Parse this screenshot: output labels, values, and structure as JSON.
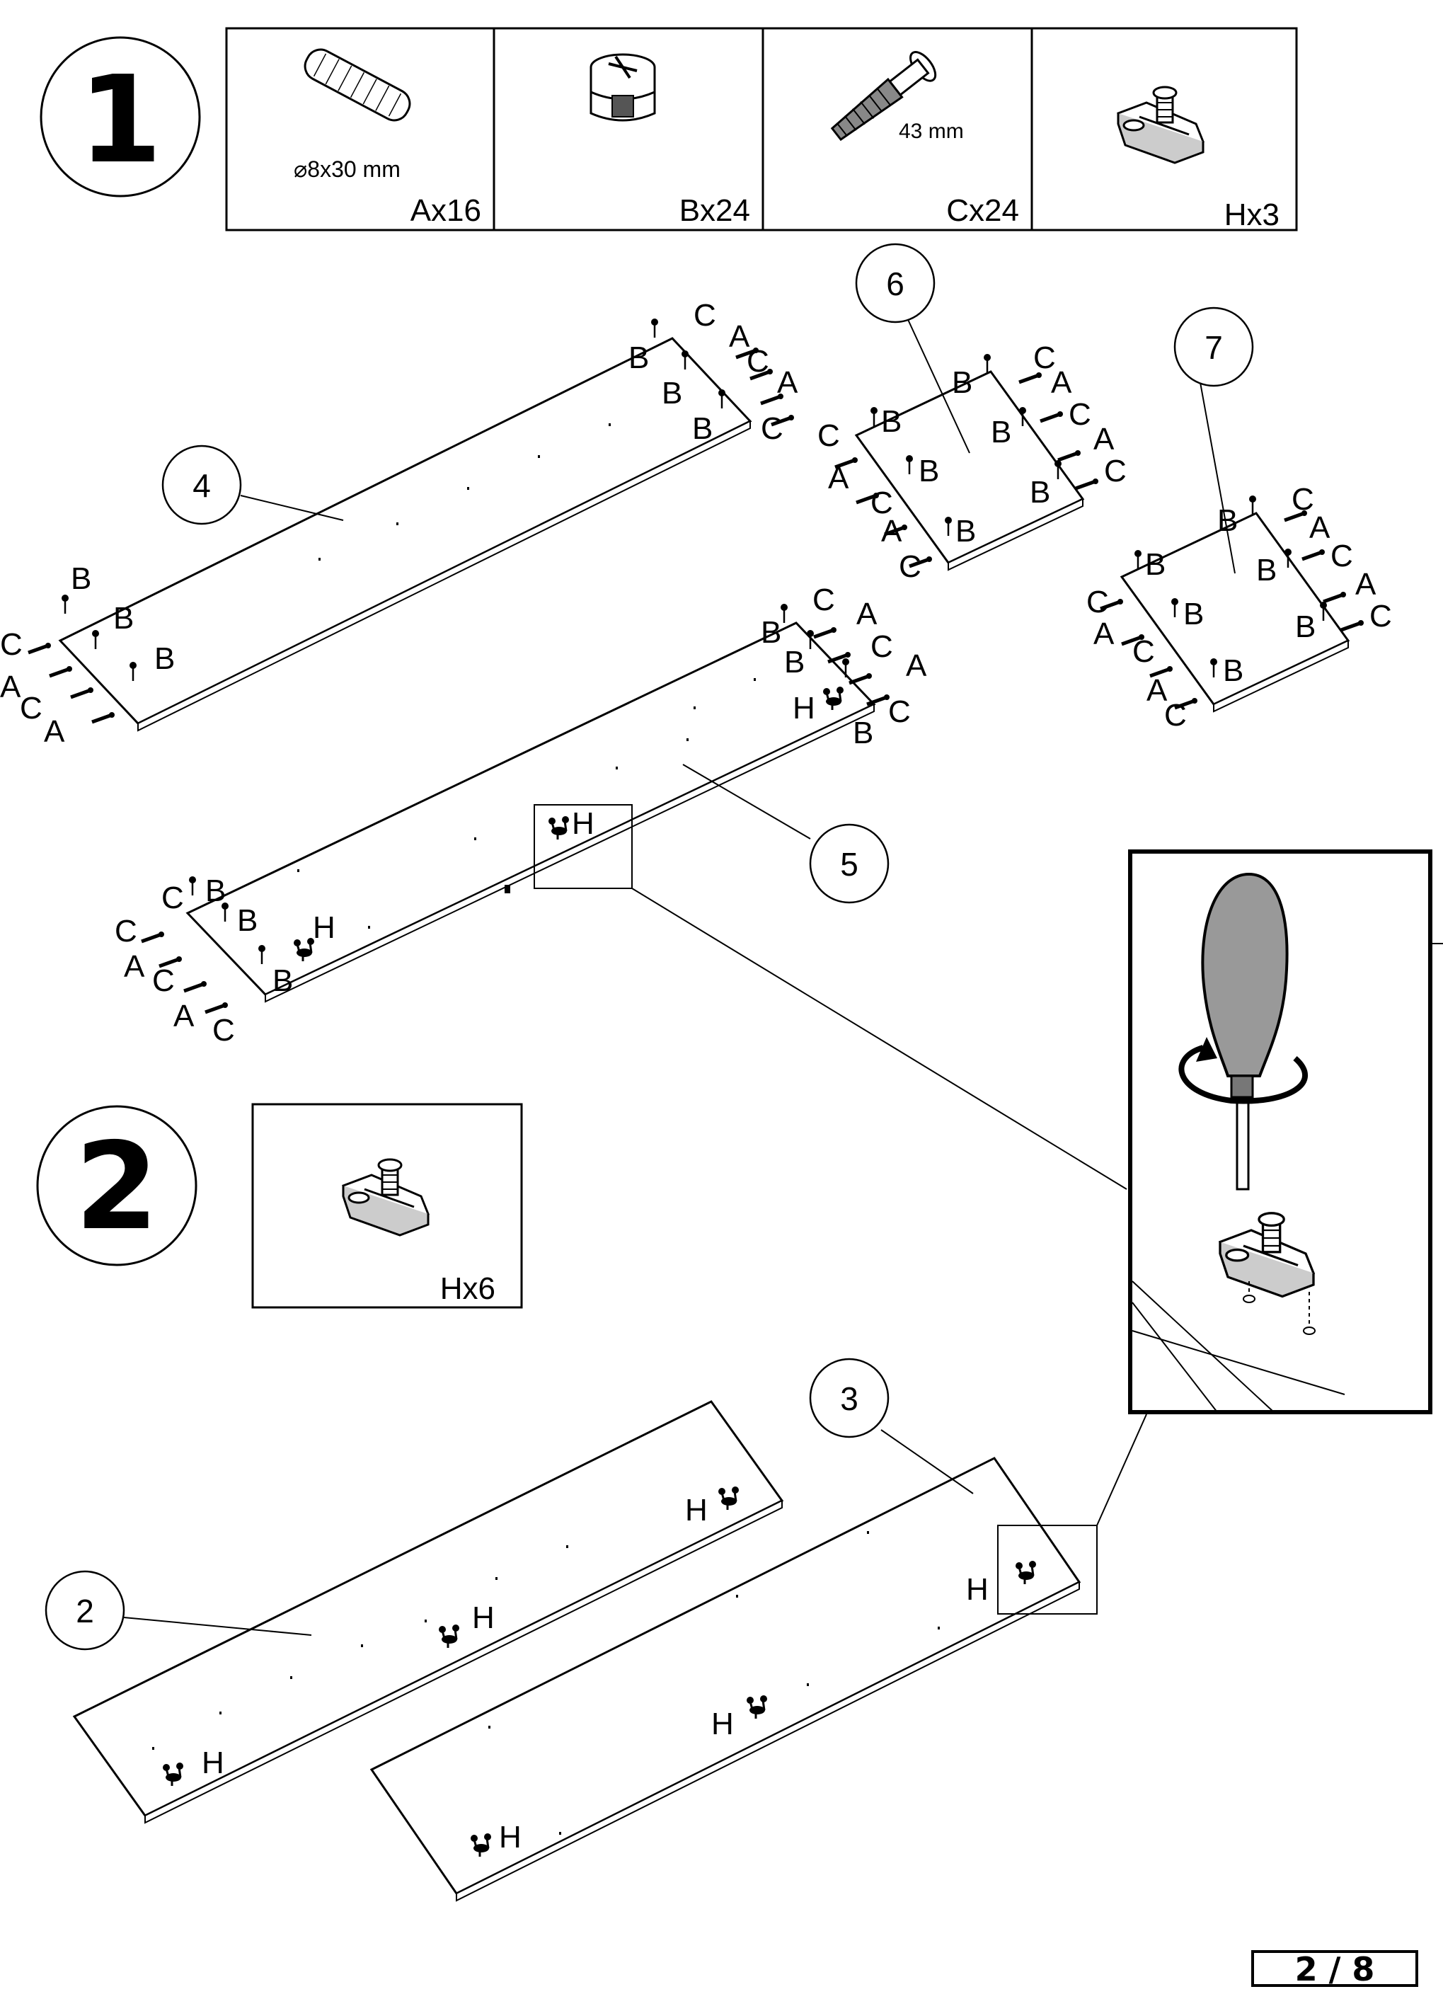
{
  "step1": {
    "number": "1",
    "parts": [
      {
        "size": "⌀8x30 mm",
        "count": "Ax16",
        "icon": "wooden-dowel"
      },
      {
        "size": "",
        "count": "Bx24",
        "icon": "cam-lock"
      },
      {
        "size": "43 mm",
        "count": "Cx24",
        "icon": "cam-bolt"
      },
      {
        "size": "",
        "count": "Hx3",
        "icon": "hinge-plate"
      }
    ]
  },
  "step2": {
    "number": "2",
    "part": {
      "count": "Hx6",
      "icon": "hinge-plate"
    }
  },
  "panels": {
    "p2": "2",
    "p3": "3",
    "p4": "4",
    "p5": "5",
    "p6": "6",
    "p7": "7"
  },
  "letters": {
    "a": "A",
    "b": "B",
    "c": "C",
    "h": "H"
  },
  "page_number": "2 / 8",
  "colors": {
    "line": "#000000",
    "handle": "#999999",
    "background": "#ffffff"
  }
}
